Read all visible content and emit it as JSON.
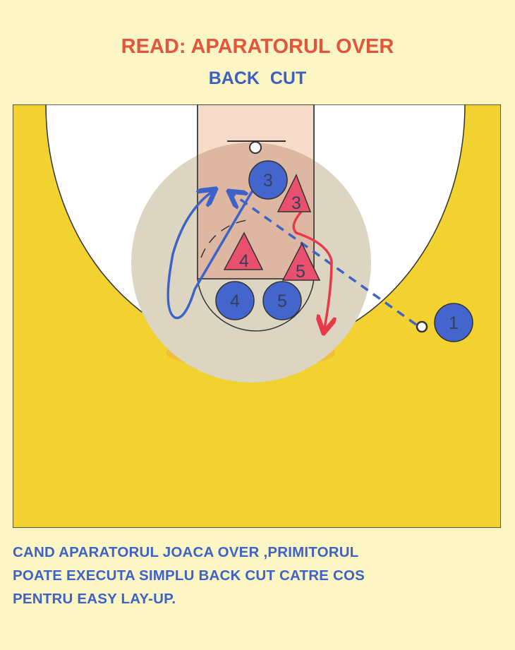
{
  "header": {
    "title": "READ: APARATORUL OVER",
    "subtitle": "BACK  CUT"
  },
  "diagram": {
    "offense": [
      {
        "label": "3"
      },
      {
        "label": "4"
      },
      {
        "label": "5"
      },
      {
        "label": "1"
      }
    ],
    "defense": [
      {
        "label": "3"
      },
      {
        "label": "4"
      },
      {
        "label": "5"
      }
    ],
    "colors": {
      "court": "#f2d230",
      "offense": "#4466cc",
      "defense": "#e8506e",
      "cut_arrow": "#3d63c8",
      "defender_arrow": "#e8384a"
    }
  },
  "description": {
    "lines": [
      "CAND APARATORUL JOACA OVER ,PRIMITORUL",
      "POATE EXECUTA SIMPLU BACK CUT CATRE COS",
      "PENTRU EASY LAY-UP."
    ]
  }
}
